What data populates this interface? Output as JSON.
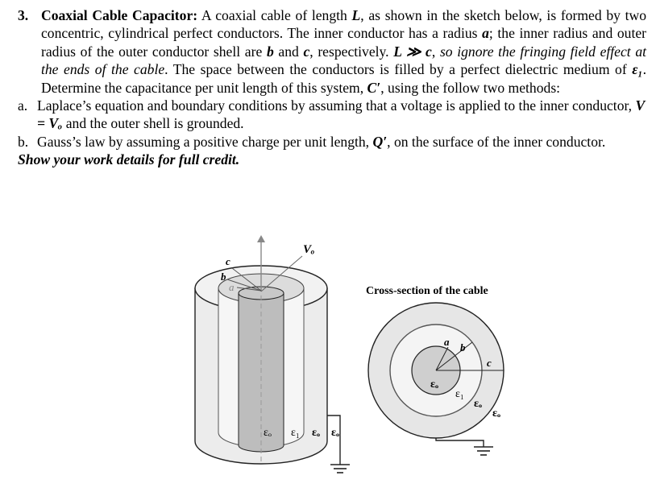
{
  "problem": {
    "number": "3.",
    "title": "Coaxial Cable Capacitor:",
    "statement_1": " A coaxial cable of length ",
    "sym_L": "L",
    "statement_2": ", as shown in the sketch below, is formed by two concentric, cylindrical perfect conductors. The inner conductor has a radius ",
    "sym_a": "a",
    "statement_3": "; the inner radius and outer radius of the outer conductor shell are ",
    "sym_b": "b",
    "and": " and ",
    "sym_c": "c",
    "statement_4": ", respectively. ",
    "cond": "L ≫ c",
    "comma": ", ",
    "ignore_note": "so ignore the fringing field effect at the ends of the cable",
    "statement_5": ". The space between the conductors is filled by a perfect dielectric medium of ",
    "sym_eps1": "ε₁",
    "statement_6": ". Determine the capacitance per unit length of this system, ",
    "sym_Cp": "C′",
    "statement_7": ", using the follow two methods:",
    "part_a_letter": "a.",
    "part_a_text": "Laplace’s equation and boundary conditions by assuming that a voltage is applied to the inner conductor, ",
    "part_a_eq": "V = Vₒ",
    "part_a_end": " and the outer shell is grounded.",
    "part_b_letter": "b.",
    "part_b_text": "Gauss’s law by assuming a positive charge per unit length, ",
    "part_b_sym": "Q′",
    "part_b_end": ", on the surface of the inner conductor.",
    "credit": "Show your work details for full credit."
  },
  "figure": {
    "labels": {
      "c": "c",
      "b": "b",
      "a": "a",
      "vo": "Vₒ",
      "eps_o": "εₒ",
      "eps_1": "ε₁",
      "cross_title": "Cross-section of the cable"
    }
  }
}
